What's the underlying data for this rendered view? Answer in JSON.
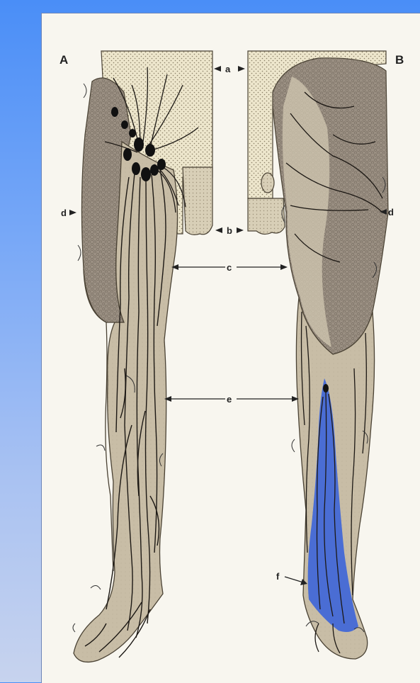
{
  "panels": {
    "left_label": "A",
    "right_label": "B"
  },
  "callouts": {
    "a": "a",
    "b": "b",
    "c": "c",
    "d_left": "d",
    "d_right": "d",
    "e": "e",
    "f": "f"
  },
  "colors": {
    "background_top": "#4a8ef7",
    "paper": "#f8f6ef",
    "skin": "#c9bea8",
    "dark_region": "#9d9284",
    "highlight": "#3f66d8",
    "vessel": "#1c1814",
    "node": "#111111"
  }
}
